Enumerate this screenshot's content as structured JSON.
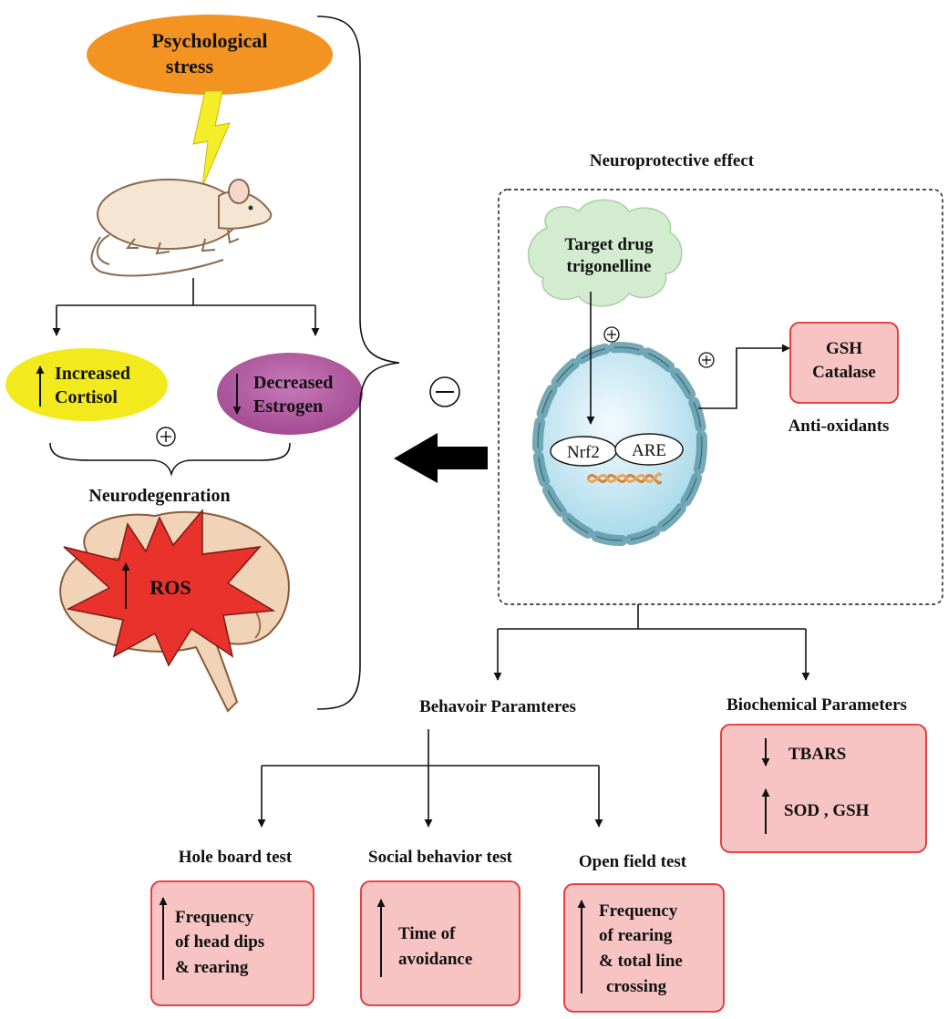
{
  "stress": {
    "label_line1": "Psychological",
    "label_line2": "stress"
  },
  "cortisol": {
    "line1": "Increased",
    "line2": "Cortisol"
  },
  "estrogen": {
    "line1": "Decreased",
    "line2": "Estrogen"
  },
  "neurodegeneration": {
    "title": "Neurodegenration",
    "ros": "ROS"
  },
  "neuroprotective": {
    "title": "Neuroprotective effect",
    "drug_line1": "Target drug",
    "drug_line2": "trigonelline",
    "nrf2": "Nrf2",
    "are": "ARE",
    "antioxidants_line1": "GSH",
    "antioxidants_line2": "Catalase",
    "antioxidants_label": "Anti-oxidants"
  },
  "behavior": {
    "title": "Behavoir Paramteres",
    "tests": [
      {
        "name": "Hole board test",
        "lines": [
          "Frequency",
          "of head dips",
          "& rearing"
        ]
      },
      {
        "name": "Social behavior test",
        "lines": [
          "Time of",
          "avoidance"
        ]
      },
      {
        "name": "Open field test",
        "lines": [
          "Frequency",
          "of rearing",
          "& total line",
          "crossing"
        ]
      }
    ]
  },
  "biochemical": {
    "title": "Biochemical Parameters",
    "items": [
      "TBARS",
      "SOD , GSH"
    ]
  },
  "symbols": {
    "plus": "+",
    "minus": "−"
  },
  "colors": {
    "stress": "#f39322",
    "cortisol": "#f2ea1c",
    "estrogen": "#b55aa3",
    "box_fill": "#f7c3c3",
    "box_stroke": "#e53030",
    "cloud": "#d3ecd0",
    "cell": "#cdeaf3",
    "ros": "#e8322b"
  }
}
